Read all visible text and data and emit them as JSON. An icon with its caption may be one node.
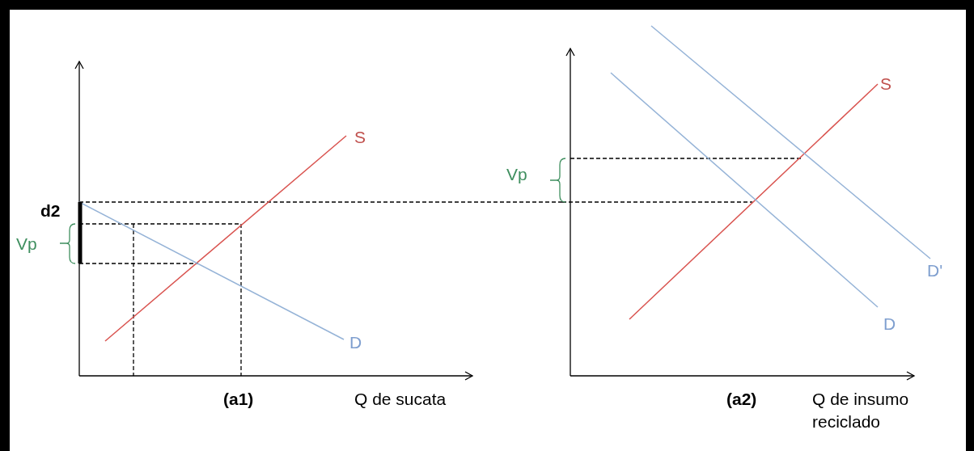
{
  "diagram": {
    "labels": [
      "S",
      "d2",
      "Vp",
      "D",
      "(a1)",
      "Q de sucata",
      "Vp",
      "S",
      "D'",
      "D",
      "(a2)",
      "Q de insumo reciclado"
    ]
  }
}
